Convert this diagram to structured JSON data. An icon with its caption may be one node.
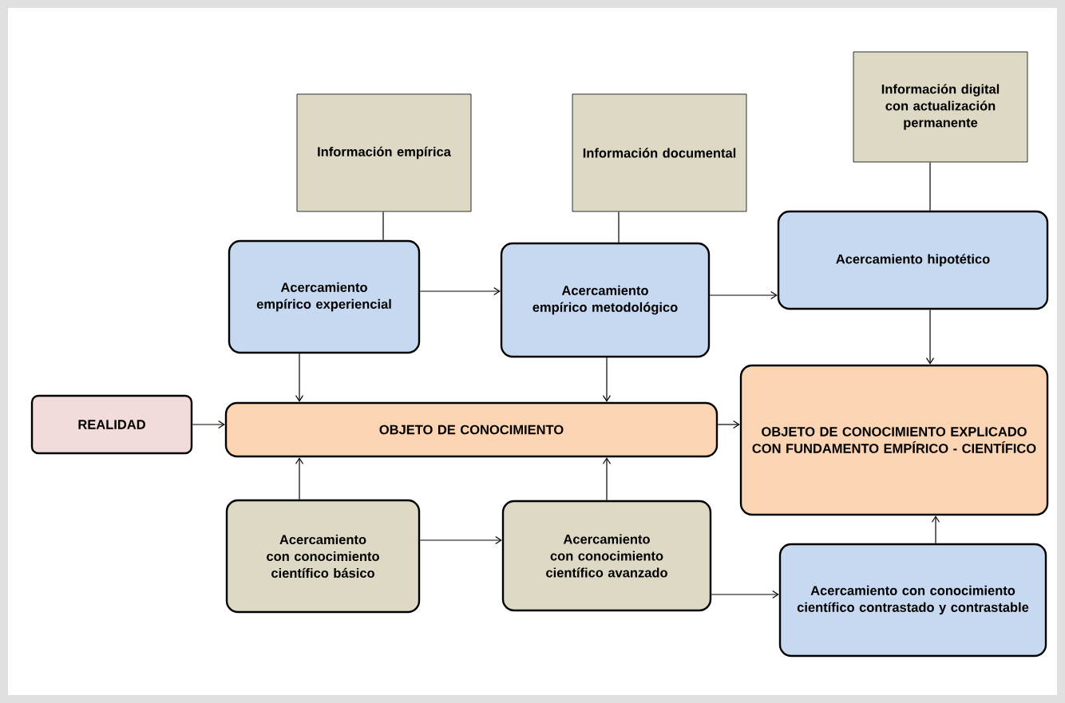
{
  "diagram": {
    "nodes": [
      {
        "text": [
          "Información empírica"
        ]
      },
      {
        "text": [
          "Información documental"
        ]
      },
      {
        "text": [
          "Información digital con actualización permanente"
        ]
      },
      {
        "text": [
          "Acercamiento empírico experiencial"
        ]
      },
      {
        "text": [
          "Acercamiento empírico metodológico"
        ]
      },
      {
        "text": [
          "Acercamiento hipotético"
        ]
      },
      {
        "text": [
          "REALIDAD"
        ]
      },
      {
        "text": [
          "OBJETO DE CONOCIMIENTO"
        ]
      },
      {
        "text": [
          "OBJETO DE CONOCIMIENTO EXPLICADO CON FUNDAMENTO EMPÍRICO - CIENTÍFICO"
        ]
      },
      {
        "text": [
          "Acercamiento con conocimiento científico básico"
        ]
      },
      {
        "text": [
          "Acercamiento  con conocimiento científico avanzado"
        ]
      },
      {
        "text": [
          "Acercamiento con conocimiento científico contrastado y contrastable"
        ]
      }
    ],
    "edges": [
      {
        "from": 0,
        "to": 3,
        "arrow": "none"
      },
      {
        "from": 1,
        "to": 4,
        "arrow": "none"
      },
      {
        "from": 2,
        "to": 5,
        "arrow": "none"
      },
      {
        "from": 3,
        "to": 4,
        "arrow": "to"
      },
      {
        "from": 4,
        "to": 5,
        "arrow": "to"
      },
      {
        "from": 3,
        "to": 7,
        "arrow": "to"
      },
      {
        "from": 4,
        "to": 7,
        "arrow": "to"
      },
      {
        "from": 5,
        "to": 8,
        "arrow": "to"
      },
      {
        "from": 6,
        "to": 7,
        "arrow": "to"
      },
      {
        "from": 7,
        "to": 8,
        "arrow": "to"
      },
      {
        "from": 9,
        "to": 7,
        "arrow": "to"
      },
      {
        "from": 10,
        "to": 7,
        "arrow": "to"
      },
      {
        "from": 9,
        "to": 10,
        "arrow": "to"
      },
      {
        "from": 10,
        "to": 11,
        "arrow": "to"
      },
      {
        "from": 11,
        "to": 8,
        "arrow": "to"
      }
    ]
  }
}
